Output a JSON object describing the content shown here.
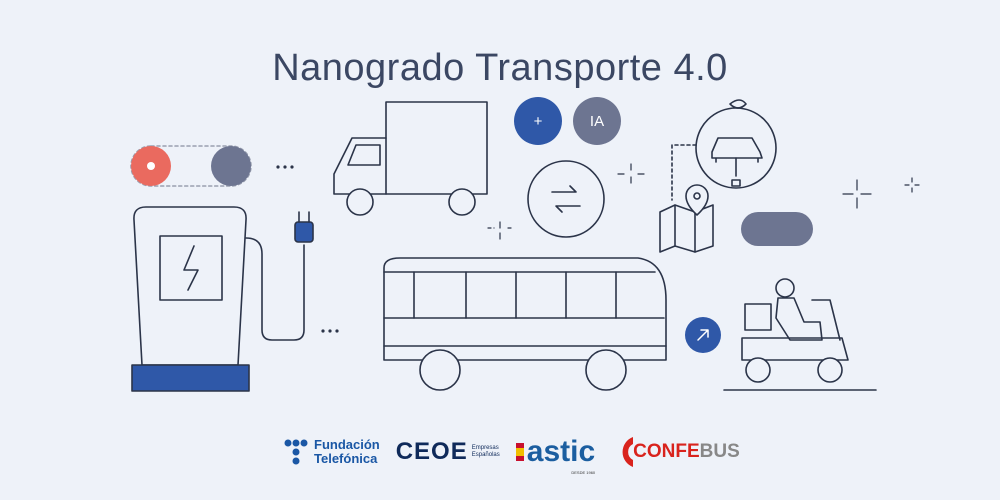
{
  "title": "Nanogrado Transporte 4.0",
  "badges": {
    "plus": "+",
    "ia": "IA"
  },
  "logos": {
    "fundacion_line1": "Fundación",
    "fundacion_line2": "Telefónica",
    "ceoe": "CEOE",
    "ceoe_sub1": "Empresas",
    "ceoe_sub2": "Españolas",
    "astic": "astic",
    "astic_sub": "DESDE 1960",
    "confebus_a": "CONFE",
    "confebus_b": "BUS"
  },
  "colors": {
    "line": "#2b3449",
    "blue": "#2f58a8",
    "gray": "#6d7591",
    "coral": "#ea6a5f",
    "bg": "#eef2f9"
  }
}
